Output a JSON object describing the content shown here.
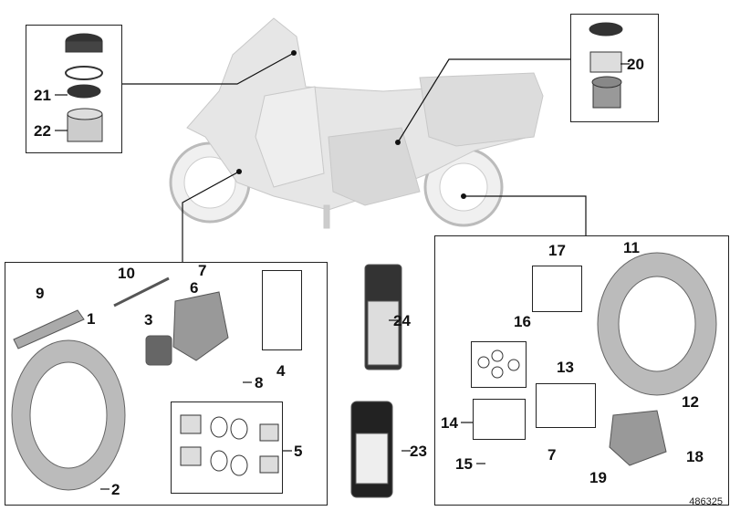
{
  "diagram": {
    "document_number": "486325",
    "part_labels": [
      "1",
      "2",
      "3",
      "4",
      "5",
      "6",
      "7",
      "8",
      "9",
      "10",
      "11",
      "12",
      "13",
      "14",
      "15",
      "16",
      "17",
      "18",
      "19",
      "20",
      "21",
      "22",
      "23",
      "24"
    ],
    "second_7_label": "7"
  }
}
